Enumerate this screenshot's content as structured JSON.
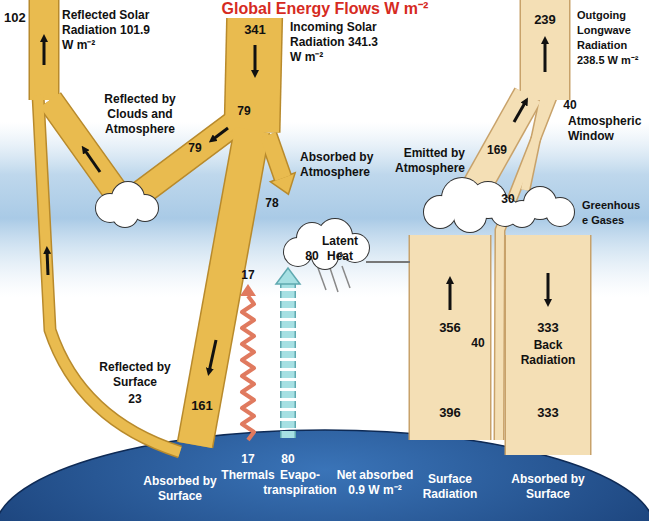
{
  "diagram": {
    "title": "Global Energy Flows W m⁻²",
    "labels": [
      "102",
      "Reflected Solar Radiation 101.9 W m⁻²",
      "341",
      "Incoming Solar Radiation 341.3 W m⁻²",
      "239",
      "Outgoing Longwave Radiation 238.5 W m⁻²",
      "Reflected by Clouds and Atmosphere",
      "79",
      "79",
      "Absorbed by Atmosphere",
      "78",
      "Latent Heat",
      "80",
      "17",
      "Reflected by Surface",
      "23",
      "161",
      "Emitted by Atmosphere",
      "169",
      "30",
      "40",
      "Atmospheric Window",
      "Greenhouse Gases",
      "356",
      "40",
      "333",
      "Back Radiation",
      "396",
      "333",
      "Absorbed by Surface",
      "17",
      "Thermals",
      "80",
      "Evapo-transpiration",
      "Surface Radiation",
      "Absorbed by Surface",
      "Net absorbed 0.9 W m⁻²"
    ]
  }
}
